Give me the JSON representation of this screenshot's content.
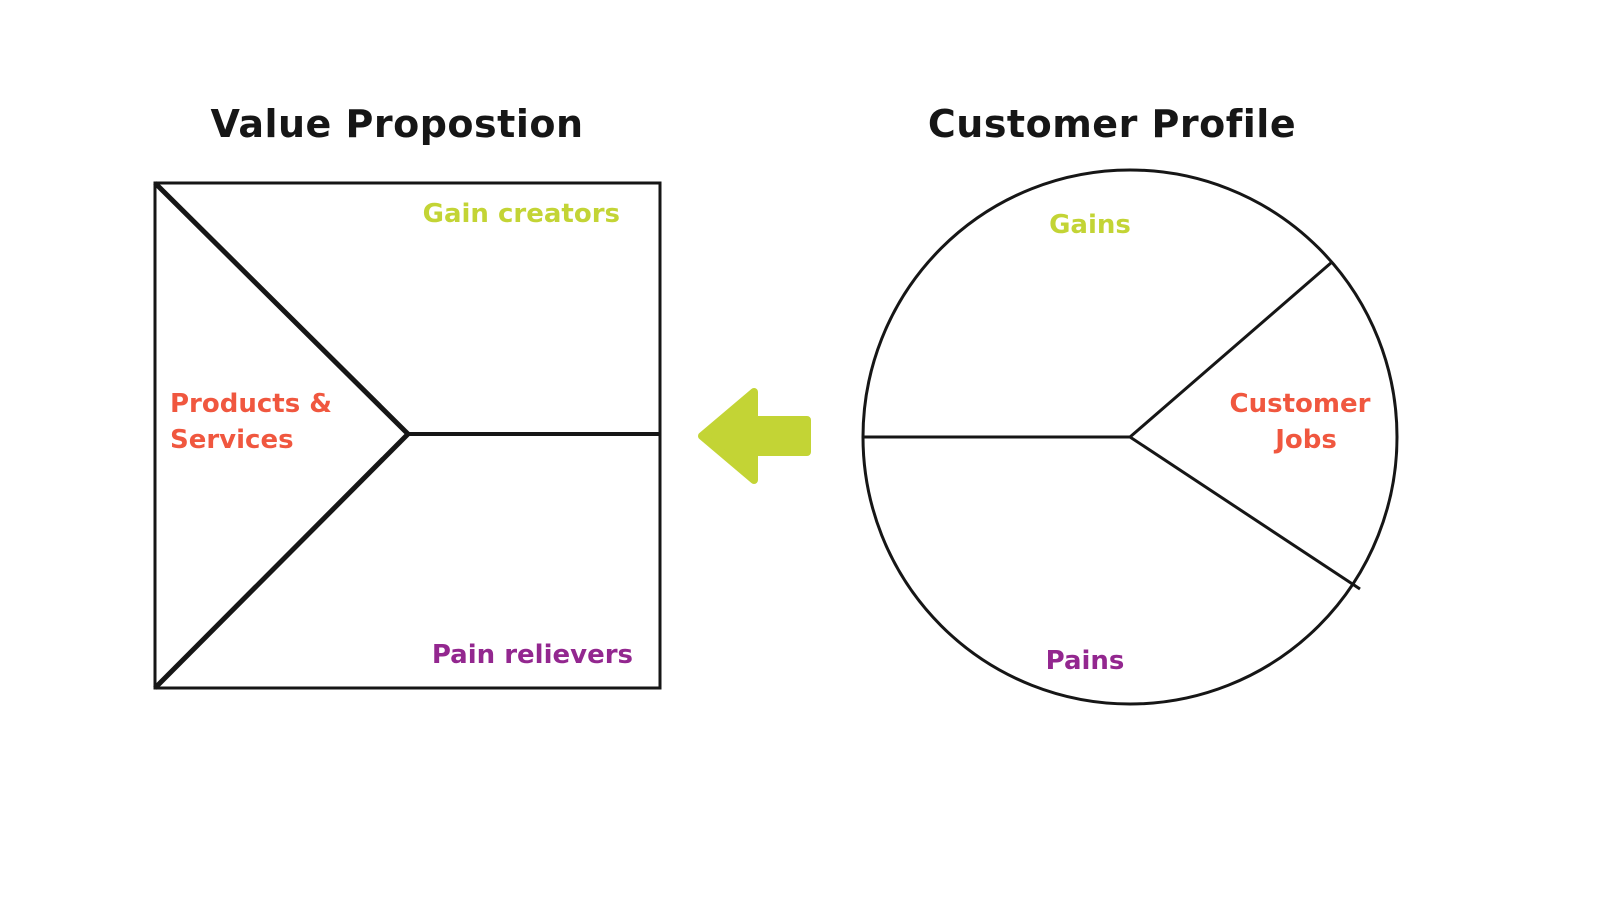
{
  "diagram": {
    "value_proposition": {
      "title": "Value Propostion",
      "gain_creators_label": "Gain creators",
      "products_services_line1": "Products &",
      "products_services_line2": "Services",
      "pain_relievers_label": "Pain relievers"
    },
    "customer_profile": {
      "title": "Customer Profile",
      "gains_label": "Gains",
      "customer_jobs_line1": "Customer",
      "customer_jobs_line2": "Jobs",
      "pains_label": "Pains"
    },
    "arrow": {
      "direction": "left"
    },
    "colors": {
      "accent_green": "#c3d435",
      "accent_orange": "#f0573f",
      "accent_purple": "#93278f",
      "line_black": "#161616",
      "background": "#ffffff"
    }
  }
}
